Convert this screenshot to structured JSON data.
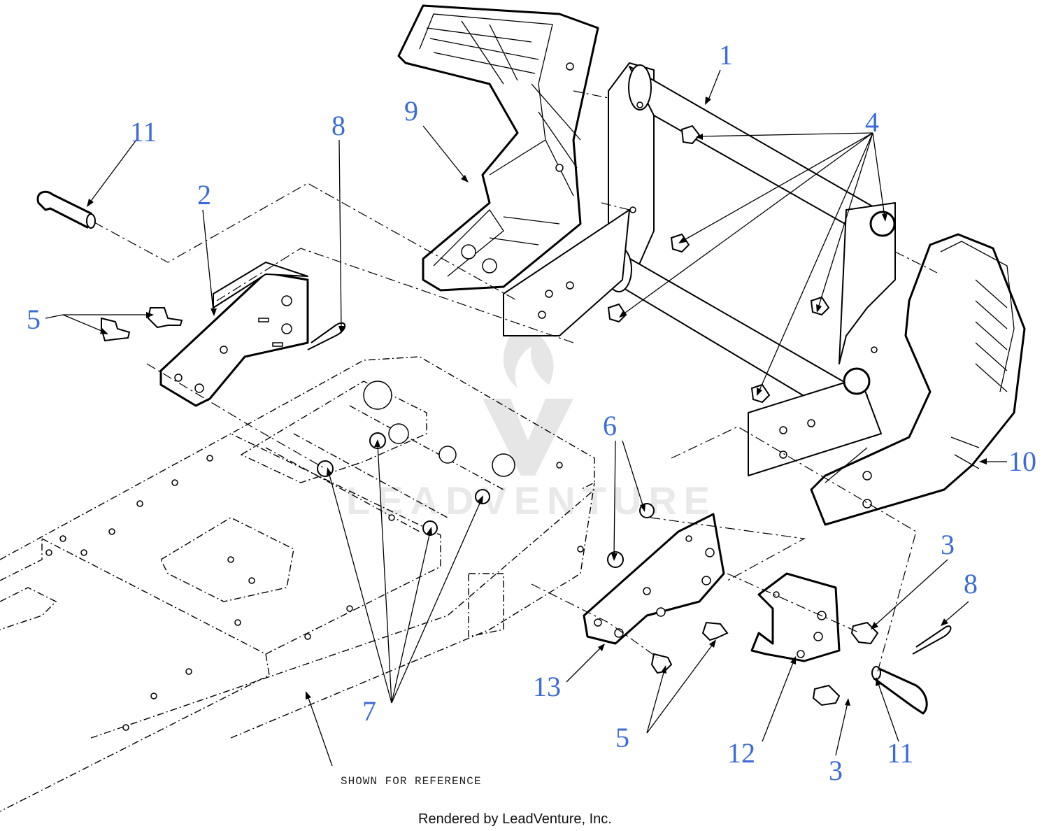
{
  "diagram": {
    "callouts": [
      {
        "id": "c1",
        "label": "1"
      },
      {
        "id": "c2",
        "label": "2"
      },
      {
        "id": "c3a",
        "label": "3"
      },
      {
        "id": "c3b",
        "label": "3"
      },
      {
        "id": "c4",
        "label": "4"
      },
      {
        "id": "c5a",
        "label": "5"
      },
      {
        "id": "c5b",
        "label": "5"
      },
      {
        "id": "c6",
        "label": "6"
      },
      {
        "id": "c7",
        "label": "7"
      },
      {
        "id": "c8a",
        "label": "8"
      },
      {
        "id": "c8b",
        "label": "8"
      },
      {
        "id": "c9",
        "label": "9"
      },
      {
        "id": "c10",
        "label": "10"
      },
      {
        "id": "c11a",
        "label": "11"
      },
      {
        "id": "c11b",
        "label": "11"
      },
      {
        "id": "c12",
        "label": "12"
      },
      {
        "id": "c13",
        "label": "13"
      }
    ],
    "reference_note": "SHOWN FOR REFERENCE",
    "footer": "Rendered by LeadVenture, Inc.",
    "watermark": "LEADVENTURE",
    "colors": {
      "callout": "#3a6bd6",
      "line": "#000000"
    }
  }
}
